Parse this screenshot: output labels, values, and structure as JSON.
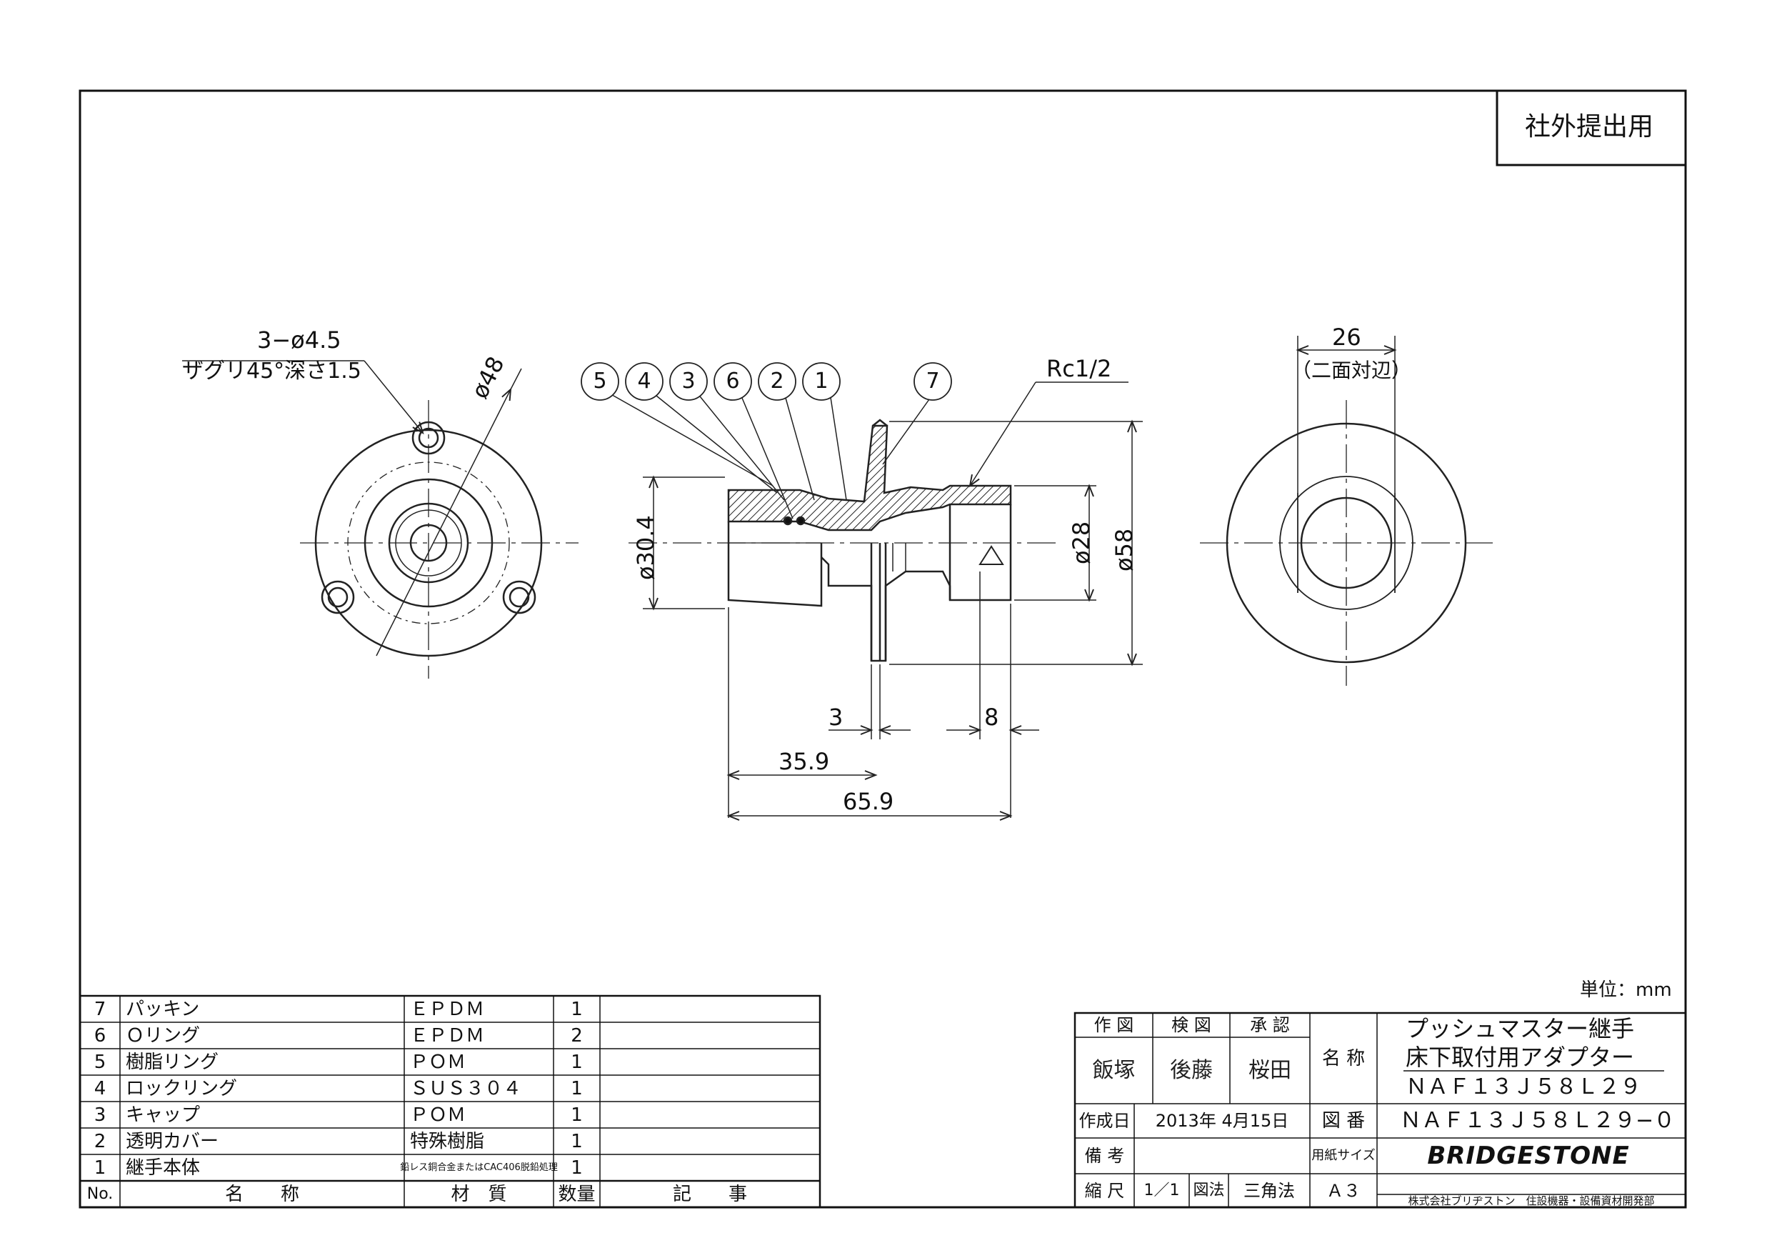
{
  "labels": {
    "submission": "社外提出用",
    "unit": "単位：mm",
    "hole_spec": "3−ø4.5",
    "counterbore": "ザグリ45°深さ1.5",
    "dia_48": "ø48",
    "dia_30_4": "ø30.4",
    "dia_28": "ø28",
    "dia_58": "ø58",
    "thread": "Rc1/2",
    "dim_3": "3",
    "dim_8": "8",
    "dim_35_9": "35.9",
    "dim_65_9": "65.9",
    "dim_26": "26",
    "across_flats": "（二面対辺）"
  },
  "balloons": [
    "5",
    "4",
    "3",
    "6",
    "2",
    "1",
    "7"
  ],
  "parts_table": {
    "rows": [
      {
        "no": "7",
        "name": "パッキン",
        "material": "ＥＰＤＭ",
        "qty": "1",
        "note": ""
      },
      {
        "no": "6",
        "name": "Ｏリング",
        "material": "ＥＰＤＭ",
        "qty": "2",
        "note": ""
      },
      {
        "no": "5",
        "name": "樹脂リング",
        "material": "ＰＯＭ",
        "qty": "1",
        "note": ""
      },
      {
        "no": "4",
        "name": "ロックリング",
        "material": "ＳＵＳ３０４",
        "qty": "1",
        "note": ""
      },
      {
        "no": "3",
        "name": "キャップ",
        "material": "ＰＯＭ",
        "qty": "1",
        "note": ""
      },
      {
        "no": "2",
        "name": "透明カバー",
        "material": "特殊樹脂",
        "qty": "1",
        "note": ""
      },
      {
        "no": "1",
        "name": "継手本体",
        "material": "鉛レス銅合金またはCAC406脱鉛処理",
        "qty": "1",
        "note": ""
      }
    ],
    "header": {
      "no": "No.",
      "name": "名　　称",
      "material": "材　質",
      "qty": "数量",
      "note": "記　　事"
    }
  },
  "title_block": {
    "drawn_label": "作 図",
    "checked_label": "検 図",
    "approved_label": "承 認",
    "drawn_by": "飯塚",
    "checked_by": "後藤",
    "approved_by": "桜田",
    "name_label": "名 称",
    "product_name_1": "プッシュマスター継手",
    "product_name_2": "床下取付用アダプター",
    "product_code": "ＮＡＦ１３Ｊ５８Ｌ２９",
    "date_label": "作成日",
    "date": "2013年 4月15日",
    "drawing_no_label": "図 番",
    "drawing_no": "ＮＡＦ１３Ｊ５８Ｌ２９−０",
    "remarks_label": "備 考",
    "paper_label": "用紙サイズ",
    "scale_label": "縮 尺",
    "scale": "1／1",
    "projection_label": "図法",
    "projection": "三角法",
    "paper_size": "Ａ３",
    "brand": "BRIDGESTONE",
    "company": "株式会社ブリヂストン　住設機器・設備資材開発部"
  }
}
